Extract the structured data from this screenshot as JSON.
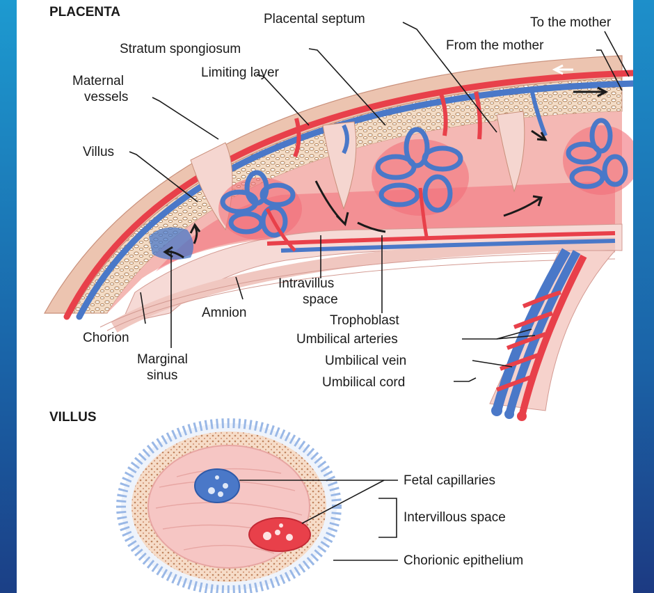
{
  "titles": {
    "placenta": "PLACENTA",
    "villus": "VILLUS"
  },
  "labels": {
    "placental_septum": "Placental septum",
    "to_the_mother": "To the mother",
    "stratum_spongiosum": "Stratum spongiosum",
    "from_the_mother": "From the mother",
    "limiting_layer": "Limiting layer",
    "maternal_vessels_line1": "Maternal",
    "maternal_vessels_line2": "vessels",
    "villus": "Villus",
    "intravillus_space_line1": "Intravillus",
    "intravillus_space_line2": "space",
    "amnion": "Amnion",
    "trophoblast": "Trophoblast",
    "chorion": "Chorion",
    "umbilical_arteries": "Umbilical arteries",
    "marginal_sinus_line1": "Marginal",
    "marginal_sinus_line2": "sinus",
    "umbilical_vein": "Umbilical vein",
    "umbilical_cord": "Umbilical cord",
    "fetal_capillaries": "Fetal capillaries",
    "intervillous_space": "Intervillous space",
    "chorionic_epithelium": "Chorionic epithelium"
  },
  "colors": {
    "artery_red": "#e8404a",
    "vein_blue": "#4a78c8",
    "tissue_pink": "#f7c9c4",
    "blood_space": "#f2707a",
    "spongiosum_tan": "#e9c8a8",
    "epithelium_blue": "#9ab8e6"
  }
}
